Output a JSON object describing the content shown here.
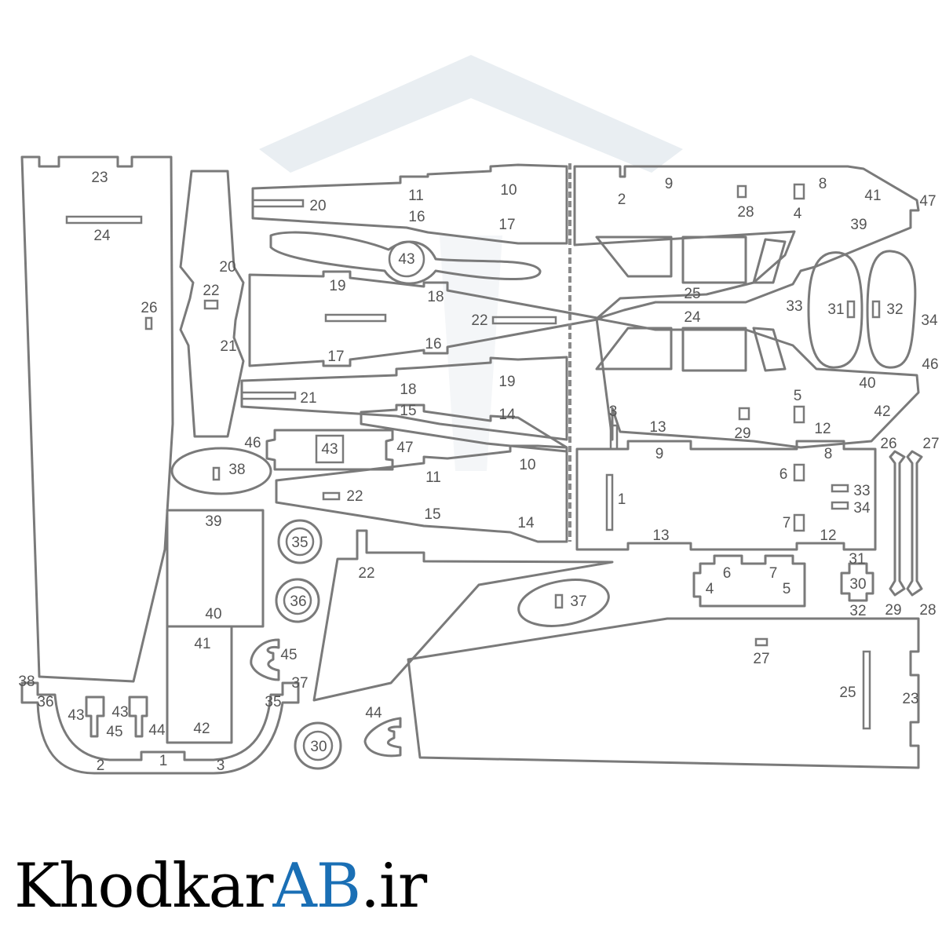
{
  "brand": {
    "part1": "Khodkar",
    "part2": "AB",
    "part3": ".ir",
    "accent": "#1a6fb5"
  },
  "labels": [
    "23",
    "24",
    "26",
    "20",
    "22",
    "21",
    "20",
    "11",
    "10",
    "16",
    "17",
    "43",
    "19",
    "18",
    "22",
    "16",
    "17",
    "21",
    "18",
    "19",
    "15",
    "14",
    "46",
    "43",
    "47",
    "38",
    "22",
    "11",
    "10",
    "15",
    "14",
    "39",
    "40",
    "41",
    "42",
    "45",
    "35",
    "36",
    "37",
    "30",
    "44",
    "22",
    "2",
    "9",
    "8",
    "41",
    "47",
    "28",
    "4",
    "39",
    "25",
    "24",
    "33",
    "31",
    "32",
    "34",
    "40",
    "46",
    "42",
    "3",
    "13",
    "29",
    "5",
    "12",
    "9",
    "8",
    "6",
    "33",
    "34",
    "1",
    "7",
    "13",
    "12",
    "6",
    "7",
    "4",
    "5",
    "31",
    "30",
    "32",
    "26",
    "27",
    "29",
    "28",
    "37",
    "27",
    "25",
    "23",
    "38",
    "36",
    "43",
    "45",
    "43",
    "44",
    "2",
    "1",
    "3",
    "35"
  ]
}
